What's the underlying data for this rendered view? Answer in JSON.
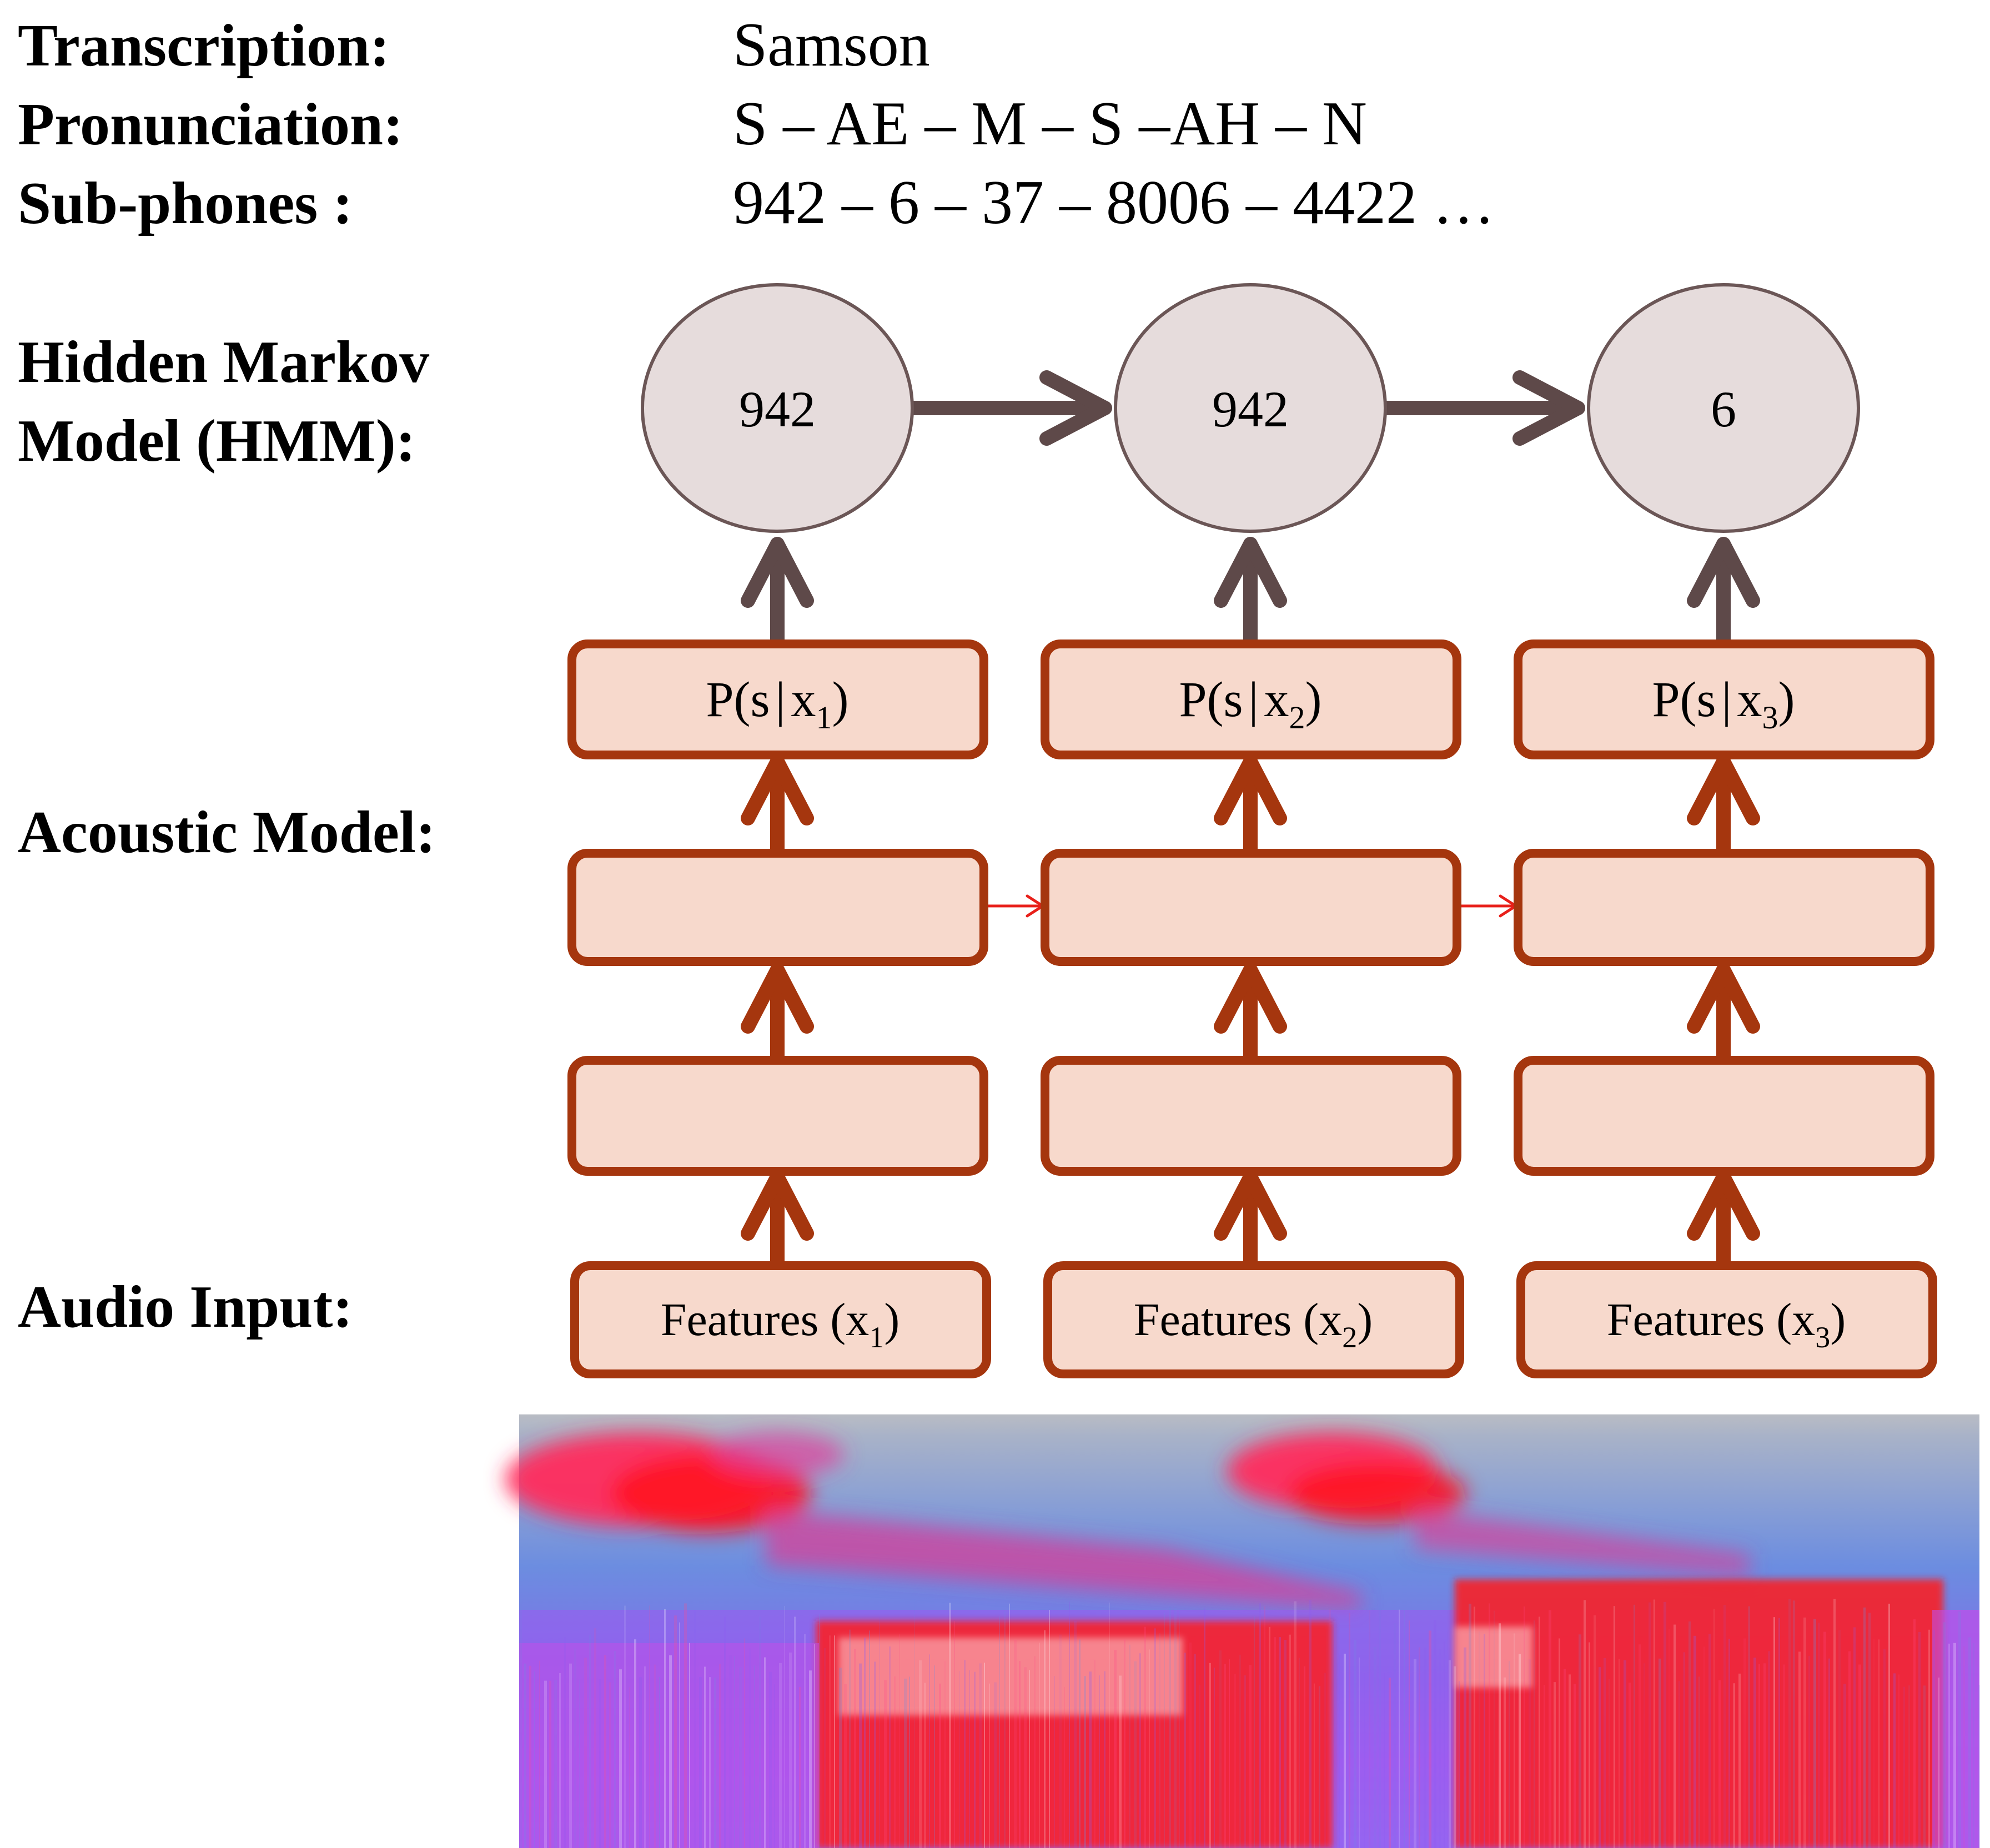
{
  "labels": {
    "transcription": "Transcription:",
    "pronunciation": "Pronunciation:",
    "subphones": "Sub-phones :",
    "hmm_line1": "Hidden Markov",
    "hmm_line2": "Model (HMM):",
    "acoustic": "Acoustic Model:",
    "audio": "Audio Input:"
  },
  "values": {
    "transcription": "Samson",
    "pronunciation": "S – AE – M – S –AH – N",
    "subphones": "942 – 6 – 37 – 8006 – 4422 …"
  },
  "hmm_states": [
    "942",
    "942",
    "6"
  ],
  "posteriors": [
    {
      "prefix": "P(s",
      "x": "x",
      "sub": "1",
      "suffix": ")"
    },
    {
      "prefix": "P(s",
      "x": "x",
      "sub": "2",
      "suffix": ")"
    },
    {
      "prefix": "P(s",
      "x": "x",
      "sub": "3",
      "suffix": ")"
    }
  ],
  "features": [
    {
      "prefix": "Features (x",
      "sub": "1",
      "suffix": ")"
    },
    {
      "prefix": "Features (x",
      "sub": "2",
      "suffix": ")"
    },
    {
      "prefix": "Features (x",
      "sub": "3",
      "suffix": ")"
    }
  ],
  "colors": {
    "node_fill": "#e6dcdc",
    "node_stroke": "#6b5656",
    "hmm_arrow": "#5e4949",
    "box_fill": "#f7d9cc",
    "box_stroke": "#a5360e",
    "recurrent_arrow": "#e8201a"
  }
}
